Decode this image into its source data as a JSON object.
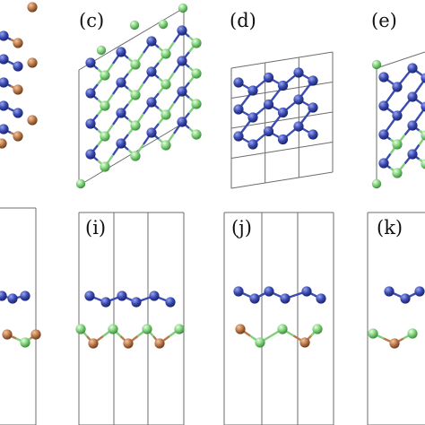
{
  "panels": {
    "c": {
      "label": "(c)"
    },
    "d": {
      "label": "(d)"
    },
    "e": {
      "label": "(e)"
    },
    "i": {
      "label": "(i)"
    },
    "j": {
      "label": "(j)"
    },
    "k": {
      "label": "(k)"
    }
  },
  "colors": {
    "blue_atom": "#3a4bb0",
    "green_atom": "#7fcf7a",
    "brown_atom": "#b9784a",
    "cell_line": "#6e6e6e"
  }
}
